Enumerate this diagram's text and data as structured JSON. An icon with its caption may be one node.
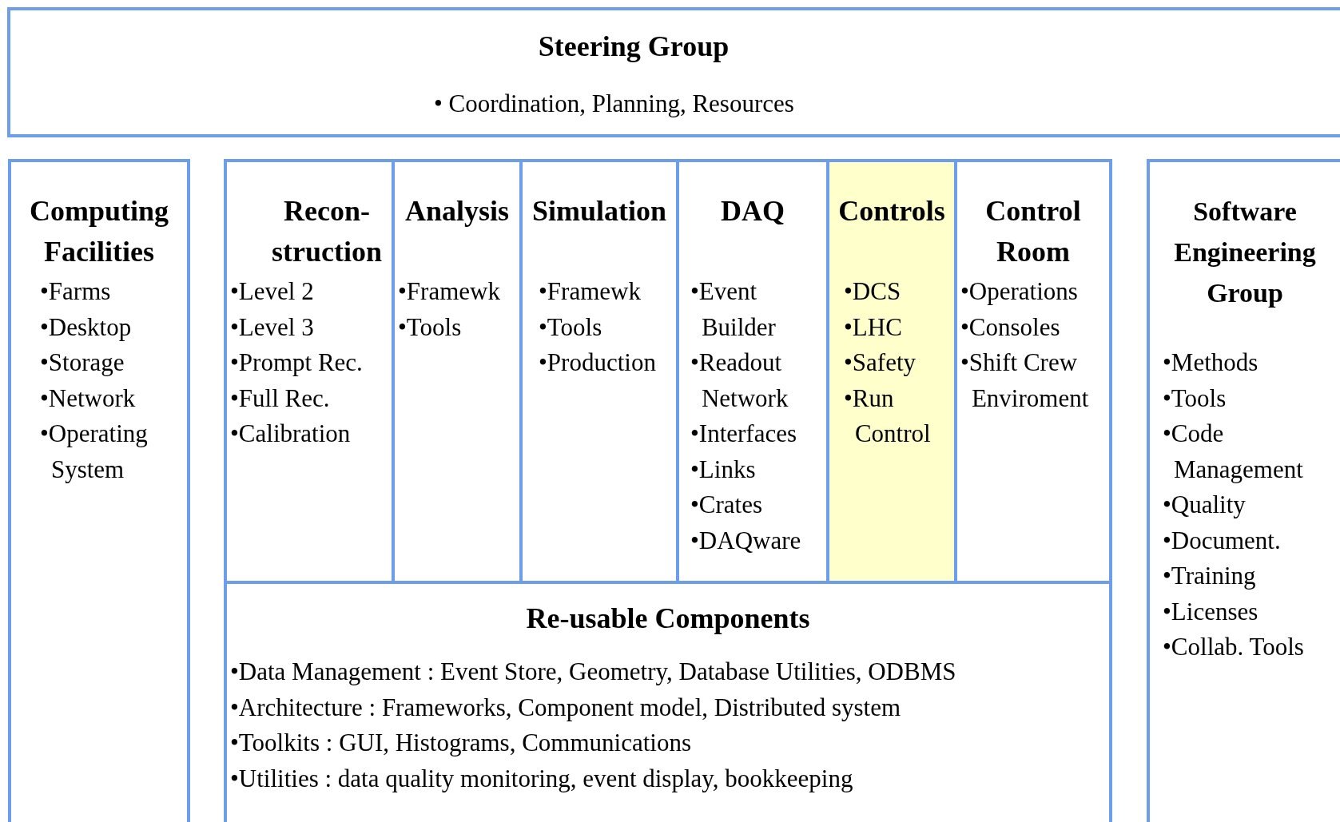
{
  "diagram": {
    "nodes": [
      {
        "text": [
          "Steering Group",
          "• Coordination, Planning, Resources"
        ]
      },
      {
        "text": [
          "Computing Facilities",
          "•Farms",
          "•Desktop",
          "•Storage",
          "•Network",
          "•Operating System"
        ]
      },
      {
        "text": [
          "Recon-struction",
          "•Level 2",
          "•Level 3",
          "•Prompt Rec.",
          "•Full Rec.",
          "•Calibration"
        ]
      },
      {
        "text": [
          "Analysis",
          "•Framewk",
          "•Tools"
        ]
      },
      {
        "text": [
          "Simulation",
          "•Framewk",
          "•Tools",
          "•Production"
        ]
      },
      {
        "text": [
          "DAQ",
          "•Event Builder",
          "•Readout Network",
          "•Interfaces",
          "•Links",
          "•Crates",
          "•DAQware"
        ]
      },
      {
        "text": [
          "Controls",
          "•DCS",
          "•LHC",
          "•Safety",
          "•Run Control"
        ]
      },
      {
        "text": [
          "Control Room",
          "•Operations",
          "•Consoles",
          "•Shift Crew Enviroment"
        ]
      },
      {
        "text": [
          "Re-usable Components",
          "•Data Management : Event Store, Geometry, Database Utilities, ODBMS",
          "•Architecture : Frameworks, Component model, Distributed system",
          "•Toolkits : GUI, Histograms, Communications",
          "•Utilities : data quality monitoring, event display, bookkeeping"
        ]
      },
      {
        "text": [
          "Software Engineering Group",
          "•Methods",
          "•Tools",
          "•Code Management",
          "•Quality",
          "•Document.",
          "•Training",
          "•Licenses",
          "•Collab. Tools"
        ]
      }
    ]
  }
}
